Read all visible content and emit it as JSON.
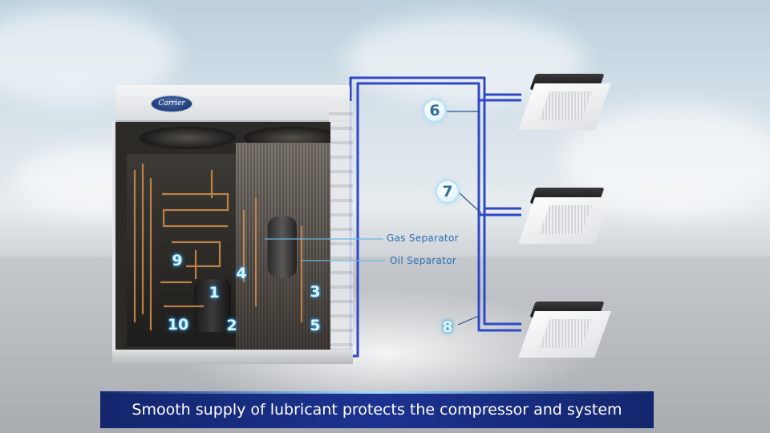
{
  "brand": {
    "logo_text": "Carrier"
  },
  "components": {
    "numbers": [
      "1",
      "2",
      "3",
      "4",
      "5",
      "9",
      "10"
    ],
    "gas_separator_label": "Gas Separator",
    "oil_separator_label": "Oil Separator"
  },
  "indoor": {
    "numbers": [
      "6",
      "7",
      "8"
    ]
  },
  "caption": {
    "text": "Smooth supply of lubricant protects the compressor and system"
  },
  "colors": {
    "pipe": "#2f48c8",
    "caption_bg": "#1a2d86",
    "callout": "#2b6fb0"
  }
}
